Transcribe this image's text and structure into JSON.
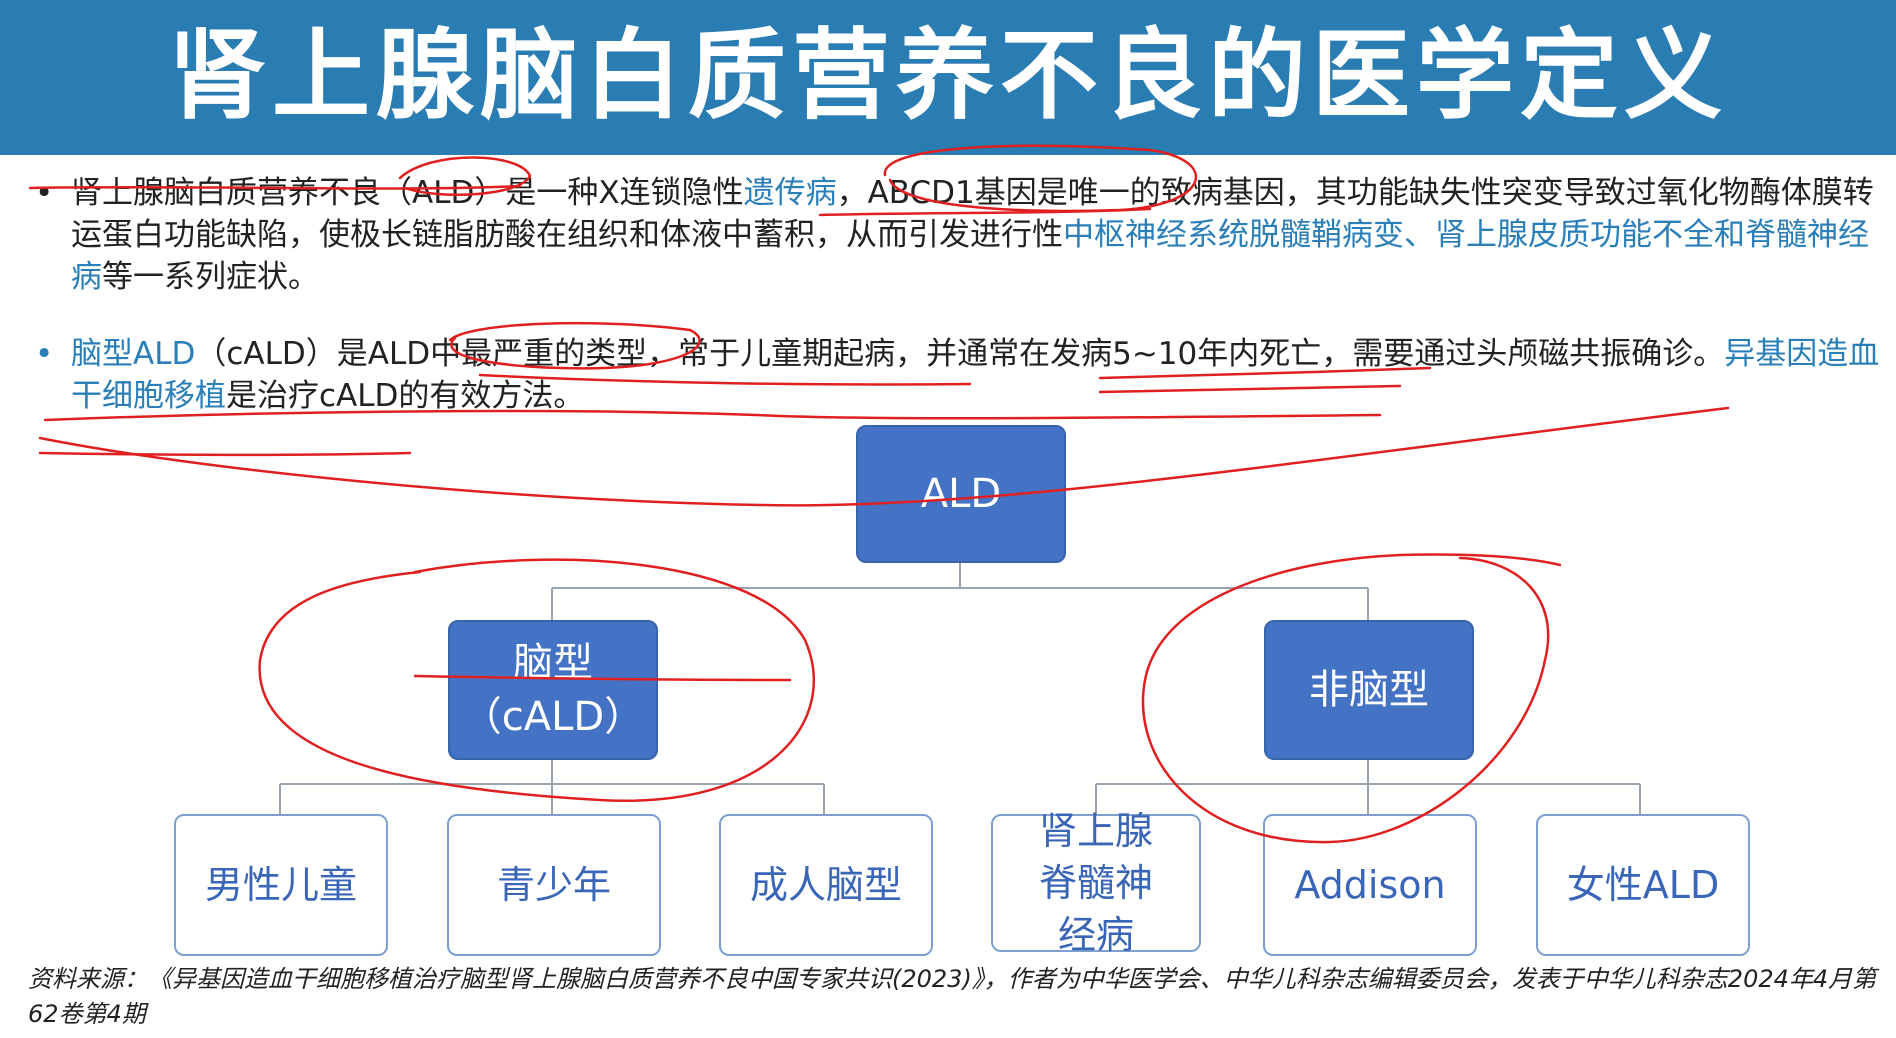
{
  "header": {
    "title": "肾上腺脑白质营养不良的医学定义"
  },
  "paragraphs": [
    {
      "bullet": "•",
      "segments": [
        {
          "text": "肾上腺脑白质营养不良（ALD）是一种X连锁隐性",
          "hl": false
        },
        {
          "text": "遗传病",
          "hl": true
        },
        {
          "text": "，ABCD1基因是唯一的致病基因，其功能缺失性突变导致过氧化物酶体膜转运蛋白功能缺陷，使极长链脂肪酸在组织和体液中蓄积，从而引发进行性",
          "hl": false
        },
        {
          "text": "中枢神经系统脱髓鞘病变、肾上腺皮质功能不全和脊髓神经病",
          "hl": true
        },
        {
          "text": "等一系列症状。",
          "hl": false
        }
      ]
    },
    {
      "bullet": "•",
      "segments": [
        {
          "text": "脑型ALD",
          "hl": true
        },
        {
          "text": "（cALD）是ALD中最严重的类型，常于儿童期起病，并通常在发病5~10年内死亡，需要通过头颅磁共振确诊。",
          "hl": false
        },
        {
          "text": "异基因造血干细胞移植",
          "hl": true
        },
        {
          "text": "是治疗cALD的有效方法。",
          "hl": false
        }
      ]
    }
  ],
  "diagram": {
    "root": "ALD",
    "branches": [
      {
        "label_line1": "脑型",
        "label_line2": "（cALD）",
        "children": [
          "男性儿童",
          "青少年",
          "成人脑型"
        ]
      },
      {
        "label_line1": "非脑型",
        "label_line2": "",
        "children": [
          "肾上腺脊髓神经病",
          "Addison",
          "女性ALD"
        ]
      }
    ]
  },
  "footnote": "资料来源：《异基因造血干细胞移植治疗脑型肾上腺脑白质营养不良中国专家共识(2023)》，作者为中华医学会、中华儿科杂志编辑委员会，发表于中华儿科杂志2024年4月第62卷第4期",
  "colors": {
    "header": "#2a7db3",
    "highlight": "#2b7fb8",
    "node_fill": "#4472c4",
    "ink": "#e02020"
  }
}
